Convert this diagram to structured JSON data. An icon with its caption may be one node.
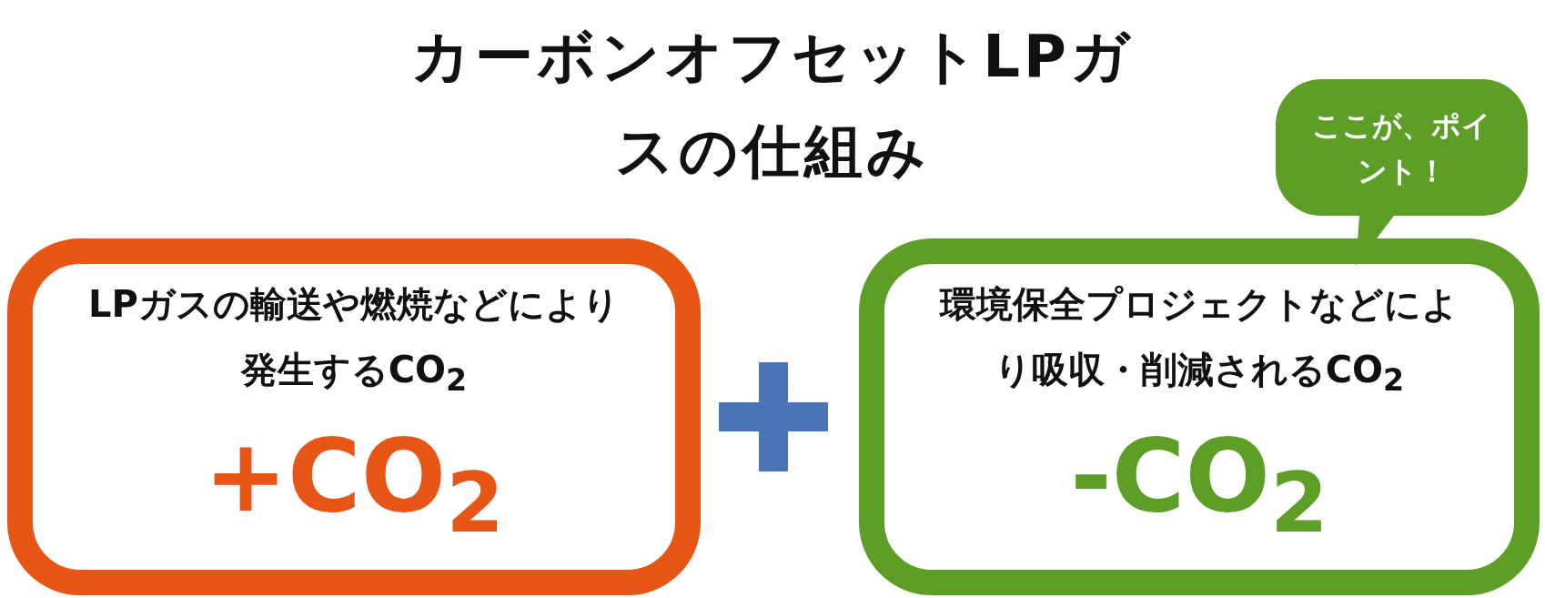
{
  "diagram": {
    "title": "カーボンオフセットLPガスの仕組み",
    "nodes": [
      {
        "text": [
          "LPガスの輸送や燃焼などにより発生するCO$_{2}$",
          "+CO$_{2}$"
        ]
      },
      {
        "text": [
          "環境保全プロジェクトなどにより吸収・削減されるCO$_{2}$",
          "-CO$_{2}$"
        ]
      },
      {
        "text": [
          "ここが、ポイント！"
        ]
      }
    ],
    "edges": []
  }
}
